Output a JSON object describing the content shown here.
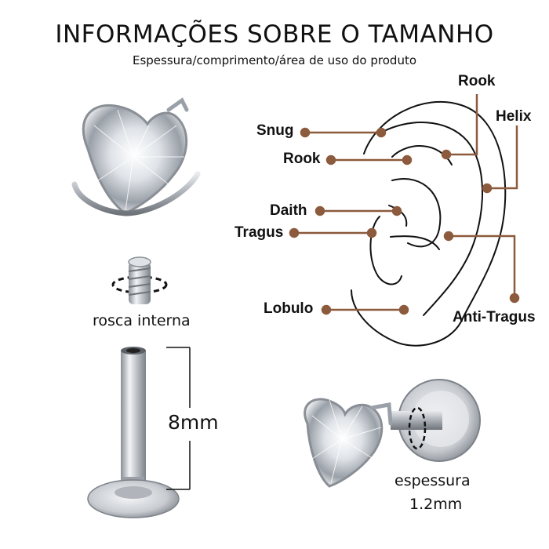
{
  "header": {
    "title": "INFORMAÇÕES SOBRE O TAMANHO",
    "subtitle": "Espessura/comprimento/área de uso do produto"
  },
  "ear_labels": {
    "rook_top": "Rook",
    "helix": "Helix",
    "snug": "Snug",
    "rook_left": "Rook",
    "daith": "Daith",
    "tragus": "Tragus",
    "lobulo": "Lobulo",
    "anti_tragus": "Anti-Tragus"
  },
  "product": {
    "thread_label": "rosca interna",
    "length_label": "8mm",
    "thickness_label": "espessura",
    "thickness_value": "1.2mm"
  },
  "colors": {
    "marker": "#8c5a3c",
    "ear_line": "#111111",
    "metal": "#b8bcc2"
  }
}
